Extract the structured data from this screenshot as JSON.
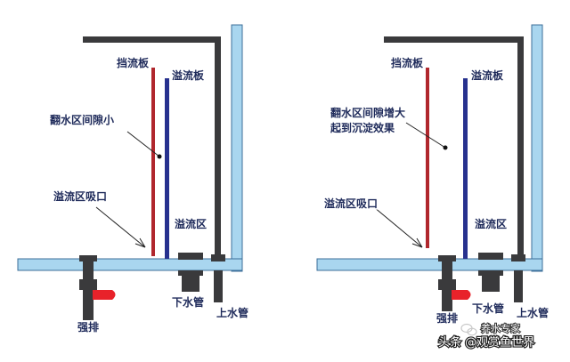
{
  "colors": {
    "dark": "#3a3a3c",
    "tank": "#a9d6ef",
    "tank_edge": "#3c6f9a",
    "baffle": "#b0272d",
    "overflow": "#27318e",
    "valve": "#e8222a",
    "label": "#1e2a5a"
  },
  "left": {
    "baffle_label": "挡流板",
    "overflow_label": "溢流板",
    "gap_label": "翻水区间隙小",
    "intake_label": "溢流区吸口",
    "zone_label": "溢流区",
    "drain_label": "强排",
    "down_pipe_label": "下水管",
    "up_pipe_label": "上水管"
  },
  "right": {
    "baffle_label": "挡流板",
    "overflow_label": "溢流板",
    "gap_label_line1": "翻水区间隙增大",
    "gap_label_line2": "起到沉淀效果",
    "intake_label": "溢流区吸口",
    "zone_label": "溢流区",
    "drain_label": "强排",
    "down_pipe_label": "下水管",
    "up_pipe_label": "上水管"
  },
  "watermark": {
    "main": "头条 @观赏鱼世界",
    "sub": "养水专家",
    "logo_icon": "wechat-icon"
  }
}
